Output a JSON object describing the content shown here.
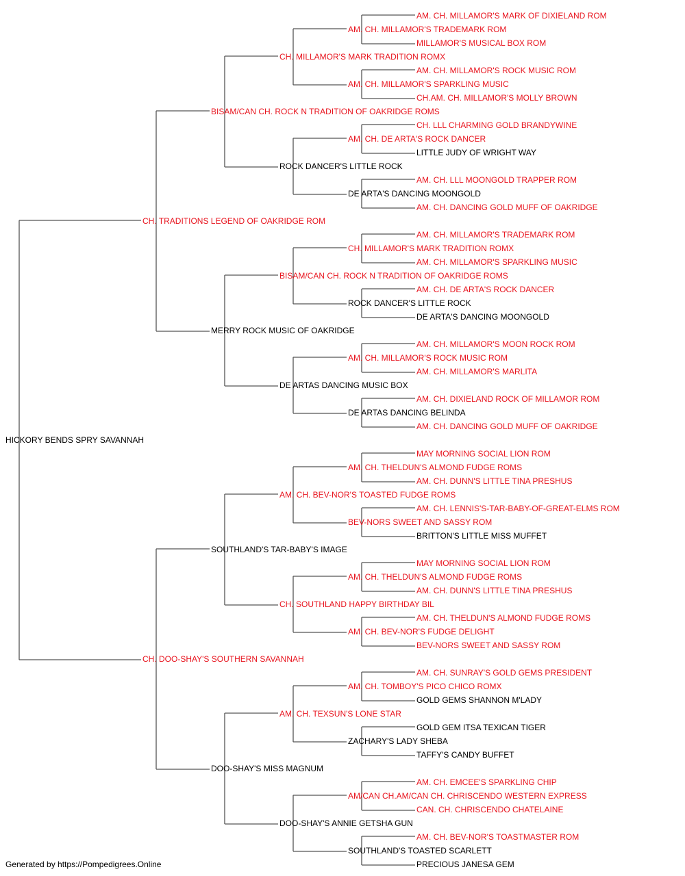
{
  "colors": {
    "champion": "#e8141e",
    "normal": "#000000",
    "line": "#555555"
  },
  "subject": {
    "name": "HICKORY BENDS SPRY SAVANNAH",
    "champion": false
  },
  "parents": [
    {
      "name": "CH. TRADITIONS LEGEND OF OAKRIDGE ROM",
      "champion": true
    },
    {
      "name": "CH. DOO-SHAY'S SOUTHERN SAVANNAH",
      "champion": true
    }
  ],
  "grandparents": [
    {
      "name": "BISAM/CAN CH. ROCK N TRADITION OF OAKRIDGE ROMS",
      "champion": true
    },
    {
      "name": "MERRY ROCK MUSIC OF OAKRIDGE",
      "champion": false
    },
    {
      "name": "SOUTHLAND'S TAR-BABY'S IMAGE",
      "champion": false
    },
    {
      "name": "DOO-SHAY'S MISS MAGNUM",
      "champion": false
    }
  ],
  "great_grandparents": [
    {
      "name": "CH. MILLAMOR'S MARK TRADITION ROMX",
      "champion": true
    },
    {
      "name": "ROCK DANCER'S LITTLE ROCK",
      "champion": false
    },
    {
      "name": "BISAM/CAN CH. ROCK N TRADITION OF OAKRIDGE ROMS",
      "champion": true
    },
    {
      "name": "DE ARTAS DANCING MUSIC BOX",
      "champion": false
    },
    {
      "name": "AM. CH. BEV-NOR'S TOASTED FUDGE ROMS",
      "champion": true
    },
    {
      "name": "CH. SOUTHLAND HAPPY BIRTHDAY BIL",
      "champion": true
    },
    {
      "name": "AM. CH. TEXSUN'S LONE STAR",
      "champion": true
    },
    {
      "name": "DOO-SHAY'S ANNIE GETSHA GUN",
      "champion": false
    }
  ],
  "gen4": [
    {
      "name": "AM. CH. MILLAMOR'S TRADEMARK ROM",
      "champion": true
    },
    {
      "name": "AM. CH. MILLAMOR'S SPARKLING MUSIC",
      "champion": true
    },
    {
      "name": "AM. CH. DE ARTA'S ROCK DANCER",
      "champion": true
    },
    {
      "name": "DE ARTA'S DANCING MOONGOLD",
      "champion": false
    },
    {
      "name": "CH. MILLAMOR'S MARK TRADITION ROMX",
      "champion": true
    },
    {
      "name": "ROCK DANCER'S LITTLE ROCK",
      "champion": false
    },
    {
      "name": "AM. CH. MILLAMOR'S ROCK MUSIC ROM",
      "champion": true
    },
    {
      "name": "DE ARTAS DANCING BELINDA",
      "champion": false
    },
    {
      "name": "AM. CH. THELDUN'S ALMOND FUDGE ROMS",
      "champion": true
    },
    {
      "name": "BEV-NORS SWEET AND SASSY ROM",
      "champion": true
    },
    {
      "name": "AM. CH. THELDUN'S ALMOND FUDGE ROMS",
      "champion": true
    },
    {
      "name": "AM. CH. BEV-NOR'S FUDGE DELIGHT",
      "champion": true
    },
    {
      "name": "AM. CH. TOMBOY'S PICO CHICO ROMX",
      "champion": true
    },
    {
      "name": "ZACHARY'S LADY SHEBA",
      "champion": false
    },
    {
      "name": "AM/CAN CH.AM/CAN CH. CHRISCENDO WESTERN EXPRESS",
      "champion": true
    },
    {
      "name": "SOUTHLAND'S TOASTED SCARLETT",
      "champion": false
    }
  ],
  "gen5": [
    {
      "name": "AM. CH. MILLAMOR'S MARK OF DIXIELAND ROM",
      "champion": true
    },
    {
      "name": "MILLAMOR'S MUSICAL BOX ROM",
      "champion": true
    },
    {
      "name": "AM. CH. MILLAMOR'S ROCK MUSIC ROM",
      "champion": true
    },
    {
      "name": "CH.AM. CH. MILLAMOR'S MOLLY BROWN",
      "champion": true
    },
    {
      "name": "CH. LLL CHARMING GOLD BRANDYWINE",
      "champion": true
    },
    {
      "name": "LITTLE JUDY OF WRIGHT WAY",
      "champion": false
    },
    {
      "name": "AM. CH. LLL MOONGOLD TRAPPER ROM",
      "champion": true
    },
    {
      "name": "AM. CH. DANCING GOLD MUFF OF OAKRIDGE",
      "champion": true
    },
    {
      "name": "AM. CH. MILLAMOR'S TRADEMARK ROM",
      "champion": true
    },
    {
      "name": "AM. CH. MILLAMOR'S SPARKLING MUSIC",
      "champion": true
    },
    {
      "name": "AM. CH. DE ARTA'S ROCK DANCER",
      "champion": true
    },
    {
      "name": "DE ARTA'S DANCING MOONGOLD",
      "champion": false
    },
    {
      "name": "AM. CH. MILLAMOR'S MOON ROCK ROM",
      "champion": true
    },
    {
      "name": "AM. CH. MILLAMOR'S MARLITA",
      "champion": true
    },
    {
      "name": "AM. CH. DIXIELAND ROCK OF MILLAMOR ROM",
      "champion": true
    },
    {
      "name": "AM. CH. DANCING GOLD MUFF OF OAKRIDGE",
      "champion": true
    },
    {
      "name": "MAY MORNING SOCIAL LION ROM",
      "champion": true
    },
    {
      "name": "AM. CH. DUNN'S LITTLE TINA PRESHUS",
      "champion": true
    },
    {
      "name": "AM. CH. LENNIS'S-TAR-BABY-OF-GREAT-ELMS ROM",
      "champion": true
    },
    {
      "name": "BRITTON'S LITTLE MISS MUFFET",
      "champion": false
    },
    {
      "name": "MAY MORNING SOCIAL LION ROM",
      "champion": true
    },
    {
      "name": "AM. CH. DUNN'S LITTLE TINA PRESHUS",
      "champion": true
    },
    {
      "name": "AM. CH. THELDUN'S ALMOND FUDGE ROMS",
      "champion": true
    },
    {
      "name": "BEV-NORS SWEET AND SASSY ROM",
      "champion": true
    },
    {
      "name": "AM. CH. SUNRAY'S GOLD GEMS PRESIDENT",
      "champion": true
    },
    {
      "name": "GOLD GEMS SHANNON M'LADY",
      "champion": false
    },
    {
      "name": "GOLD GEM ITSA TEXICAN TIGER",
      "champion": false
    },
    {
      "name": "TAFFY'S CANDY BUFFET",
      "champion": false
    },
    {
      "name": "AM. CH. EMCEE'S SPARKLING CHIP",
      "champion": true
    },
    {
      "name": "CAN. CH. CHRISCENDO CHATELAINE",
      "champion": true
    },
    {
      "name": "AM. CH. BEV-NOR'S TOASTMASTER ROM",
      "champion": true
    },
    {
      "name": "PRECIOUS JANESA GEM",
      "champion": false
    }
  ],
  "footer": "Generated by https://Pompedigrees.Online"
}
